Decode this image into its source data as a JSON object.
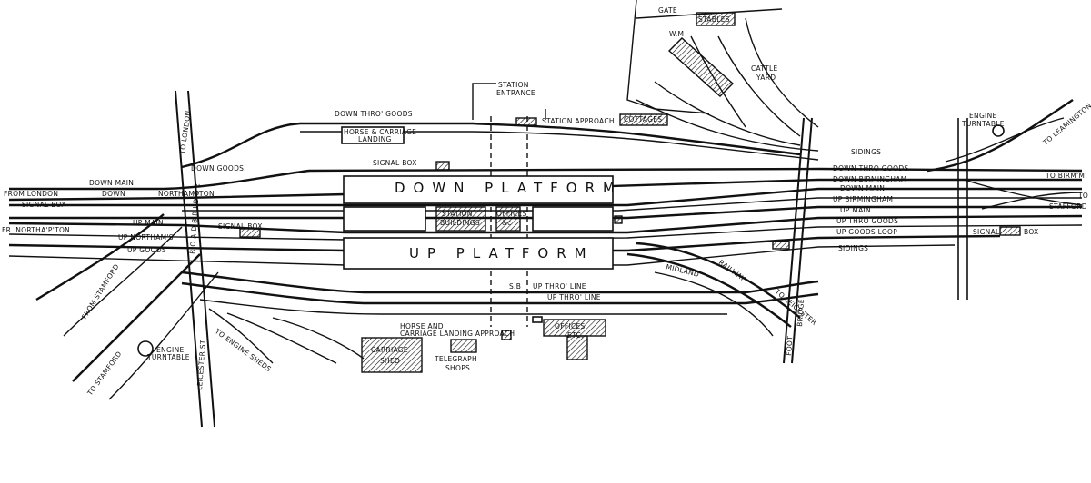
{
  "labels": {
    "gate": "GATE",
    "stables": "STABLES",
    "wm": "W.M",
    "cattle": "CATTLE",
    "yard": "YARD",
    "station_entrance_1": "STATION",
    "station_entrance_2": "ENTRANCE",
    "station_approach": "STATION APPROACH",
    "cottages": "COTTAGES",
    "down_thro_goods_top": "DOWN THRO' GOODS",
    "horse_carriage_1": "HORSE & CARRIAGE",
    "horse_carriage_2": "LANDING",
    "to_london": "TO LONDON",
    "down_goods": "DOWN GOODS",
    "signal_box_top": "SIGNAL BOX",
    "down_main_left": "DOWN MAIN",
    "from_london": "FROM LONDON",
    "down": "DOWN",
    "northampton": "NORTHAMPTON",
    "signal_box_left": "SIGNAL BOX",
    "up_main_left": "UP MAIN",
    "fr_northampton": "FR. NORTHA'P'TON",
    "up_northamptons": "UP NORTHAM'S",
    "signal_box_mid": "SIGNAL BOX",
    "up_goods": "UP GOODS",
    "from_stamford": "FROM STAMFORD",
    "to_stamford_left": "TO STAMFORD",
    "engine_turntable_left_1": "ENGINE",
    "engine_turntable_left_2": "TURNTABLE",
    "to_engine_sheds": "TO ENGINE SHEDS",
    "leicester_st": "LEICESTER ST.",
    "road_bridge": "R O A D  B R I D G E",
    "down_platform": "DOWN PLATFORM",
    "up_platform": "UP PLATFORM",
    "station_buildings_1": "STATION",
    "station_buildings_2": "BUILDINGS",
    "offices_mid_1": "OFFICES",
    "offices_mid_2": "&c",
    "sb": "S.B",
    "up_thro_line_1": "UP THRO' LINE",
    "up_thro_line_2": "UP THRO' LINE",
    "horse_carriage_approach_1": "HORSE AND",
    "horse_carriage_approach_2": "CARRIAGE LANDING APPROACH",
    "carriage_shed_1": "CARRIAGE",
    "carriage_shed_2": "SHED",
    "telegraph_shops_1": "TELEGRAPH",
    "telegraph_shops_2": "SHOPS",
    "offices_etc_1": "OFFICES",
    "offices_etc_2": "ETC.",
    "midland": "MIDLAND",
    "railway": "RAILWAY",
    "to_leicester": "TO LEICESTER",
    "foot_bridge_1": "FOOT",
    "foot_bridge_2": "BRIDGE",
    "sidings_top": "SIDINGS",
    "down_thro_goods_right": "DOWN THRO GOODS",
    "down_birmingham": "DOWN BIRMINGHAM",
    "down_main_right": "DOWN MAIN",
    "up_birmingham": "UP BIRMINGHAM",
    "up_main_right": "UP MAIN",
    "up_thro_goods": "UP THRO GOODS",
    "up_goods_loop": "UP GOODS LOOP",
    "sidings_bottom": "SIDINGS",
    "signal_box_right": "SIGNAL",
    "box_right": "BOX",
    "engine_turntable_right_1": "ENGINE",
    "engine_turntable_right_2": "TURNTABLE",
    "to_leamington": "TO LEAMINGTON",
    "to_birmingham": "TO BIRM'M",
    "to_stafford_right_1": "TO",
    "to_stafford_right_2": "STAFFORD"
  }
}
